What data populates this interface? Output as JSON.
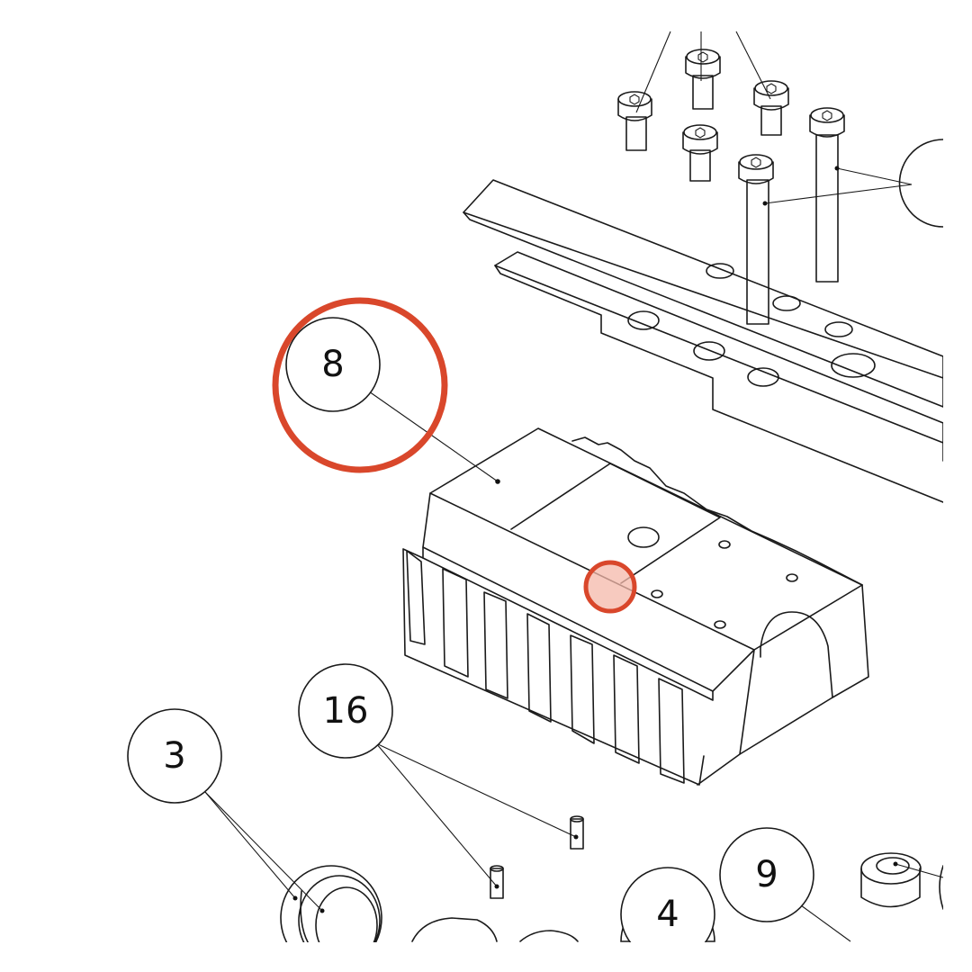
{
  "callouts": [
    {
      "id": "8",
      "label": "8"
    },
    {
      "id": "16",
      "label": "16"
    },
    {
      "id": "3",
      "label": "3"
    },
    {
      "id": "9",
      "label": "9"
    },
    {
      "id": "4",
      "label": "4"
    }
  ],
  "highlights": {
    "color": "#d9472b",
    "fill_color": "#f4b8aa"
  }
}
